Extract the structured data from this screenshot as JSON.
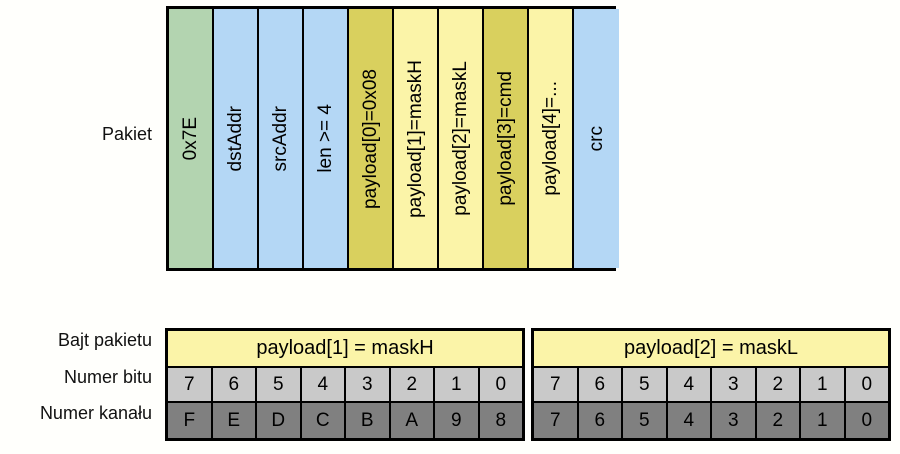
{
  "packet": {
    "label": "Pakiet",
    "fields": [
      {
        "text": "0x7E",
        "color_name": "green",
        "color": "#b3d4b0"
      },
      {
        "text": "dstAddr",
        "color_name": "blue",
        "color": "#b4d7f5"
      },
      {
        "text": "srcAddr",
        "color_name": "blue",
        "color": "#b4d7f5"
      },
      {
        "text": "len >= 4",
        "color_name": "blue",
        "color": "#b4d7f5"
      },
      {
        "text": "payload[0]=0x08",
        "color_name": "olive",
        "color": "#d9d05e"
      },
      {
        "text": "payload[1]=maskH",
        "color_name": "yellow",
        "color": "#fbf4a8"
      },
      {
        "text": "payload[2]=maskL",
        "color_name": "yellow",
        "color": "#fbf4a8"
      },
      {
        "text": "payload[3]=cmd",
        "color_name": "olive",
        "color": "#d9d05e"
      },
      {
        "text": "payload[4]=...",
        "color_name": "yellow",
        "color": "#fbf4a8"
      },
      {
        "text": "crc",
        "color_name": "blue",
        "color": "#b4d7f5"
      }
    ]
  },
  "bit_tables": {
    "row_labels": {
      "byte": "Bajt pakietu",
      "bit": "Numer bitu",
      "channel": "Numer kanału"
    },
    "tables": [
      {
        "header": "payload[1] = maskH",
        "bits": [
          "7",
          "6",
          "5",
          "4",
          "3",
          "2",
          "1",
          "0"
        ],
        "channels": [
          "F",
          "E",
          "D",
          "C",
          "B",
          "A",
          "9",
          "8"
        ]
      },
      {
        "header": "payload[2] = maskL",
        "bits": [
          "7",
          "6",
          "5",
          "4",
          "3",
          "2",
          "1",
          "0"
        ],
        "channels": [
          "7",
          "6",
          "5",
          "4",
          "3",
          "2",
          "1",
          "0"
        ]
      }
    ]
  },
  "colors": {
    "background": "#fffffc",
    "border": "#000000",
    "green": "#b3d4b0",
    "blue": "#b4d7f5",
    "olive": "#d9d05e",
    "yellow": "#fbf4a8",
    "gray_light": "#c9c9c9",
    "gray_dark": "#808080"
  }
}
